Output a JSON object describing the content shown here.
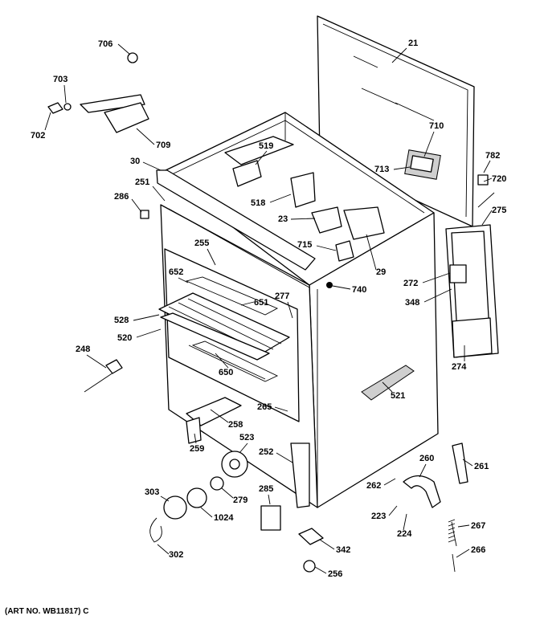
{
  "labels": {
    "p706": "706",
    "p703": "703",
    "p702": "702",
    "p709": "709",
    "p30": "30",
    "p251": "251",
    "p286": "286",
    "p21": "21",
    "p710": "710",
    "p713": "713",
    "p782": "782",
    "p720": "720",
    "p275": "275",
    "p519": "519",
    "p518": "518",
    "p23": "23",
    "p715": "715",
    "p29": "29",
    "p740": "740",
    "p272": "272",
    "p348": "348",
    "p274": "274",
    "p255": "255",
    "p652": "652",
    "p651": "651",
    "p277": "277",
    "p528": "528",
    "p520": "520",
    "p248": "248",
    "p650": "650",
    "p521": "521",
    "p265": "265",
    "p258": "258",
    "p259": "259",
    "p523": "523",
    "p252": "252",
    "p260": "260",
    "p261": "261",
    "p303": "303",
    "p279": "279",
    "p285": "285",
    "p262": "262",
    "p223": "223",
    "p1024": "1024",
    "p224": "224",
    "p267": "267",
    "p342": "342",
    "p302": "302",
    "p266": "266",
    "p256": "256"
  },
  "caption": "(ART NO. WB11817) C"
}
